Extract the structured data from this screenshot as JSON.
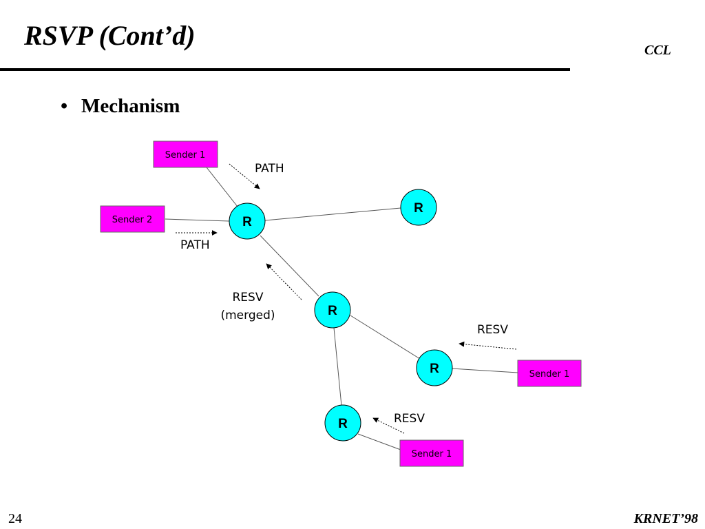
{
  "slide": {
    "title": "RSVP  (Cont’d)",
    "org": "CCL",
    "bullet": "Mechanism",
    "bullet_symbol": "•",
    "page_number": "24",
    "footer": "KRNET’98"
  },
  "diagram": {
    "router_label": "R",
    "senders": {
      "top_left": "Sender 1",
      "left": "Sender 2",
      "right": "Sender 1",
      "bottom": "Sender 1"
    },
    "messages": {
      "path_top": "PATH",
      "path_left": "PATH",
      "resv_merged_1": "RESV",
      "resv_merged_2": "(merged)",
      "resv_right": "RESV",
      "resv_bottom": "RESV"
    },
    "colors": {
      "router_fill": "#00ffff",
      "sender_fill": "#ff00ff"
    }
  }
}
